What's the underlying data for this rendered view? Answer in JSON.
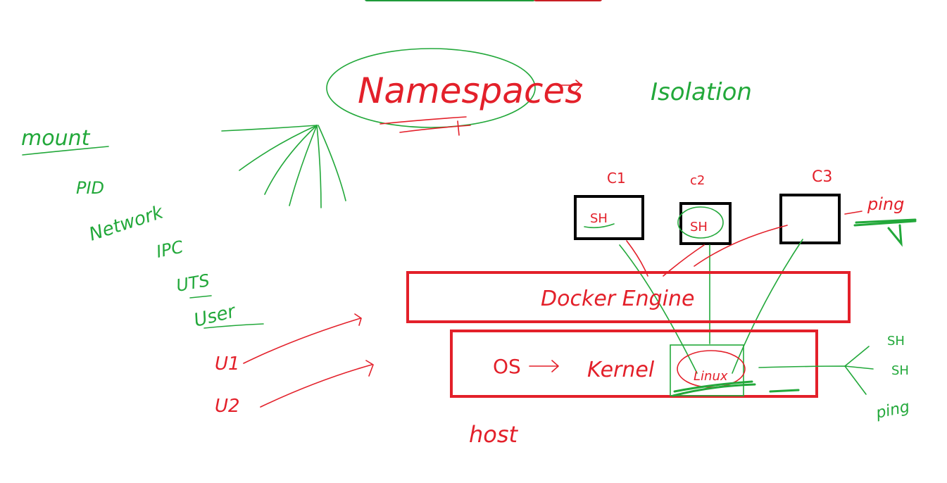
{
  "colors": {
    "green": "#22a83a",
    "red": "#e3202a",
    "black": "#000000",
    "toolbar_green": "#1f9a3a",
    "toolbar_red": "#c81e24"
  },
  "title": "Namespaces",
  "arrow_target": "Isolation",
  "namespace_list": [
    "mount",
    "PID",
    "Network",
    "IPC",
    "UTS",
    "User"
  ],
  "containers": [
    {
      "label": "C1",
      "shell": "SH"
    },
    {
      "label": "c2",
      "shell": "SH"
    },
    {
      "label": "C3",
      "shell": ""
    }
  ],
  "c3_command": "ping",
  "docker_engine": "Docker Engine",
  "os_label": "OS",
  "kernel_label": "Kernel",
  "linux_label": "Linux",
  "host_label": "host",
  "users": [
    "U1",
    "U2"
  ],
  "host_processes": [
    "SH",
    "SH",
    "ping"
  ]
}
